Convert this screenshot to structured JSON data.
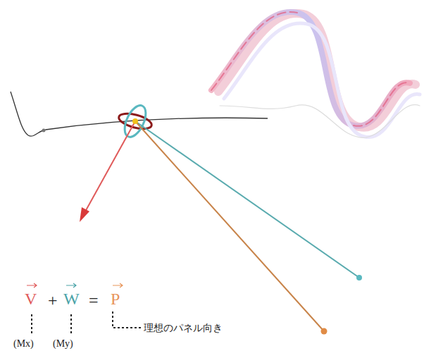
{
  "diagram": {
    "labels": [
      "V",
      "+",
      "W",
      "=",
      "P",
      "(Mx)",
      "(My)",
      "理想のパネル向き"
    ]
  }
}
